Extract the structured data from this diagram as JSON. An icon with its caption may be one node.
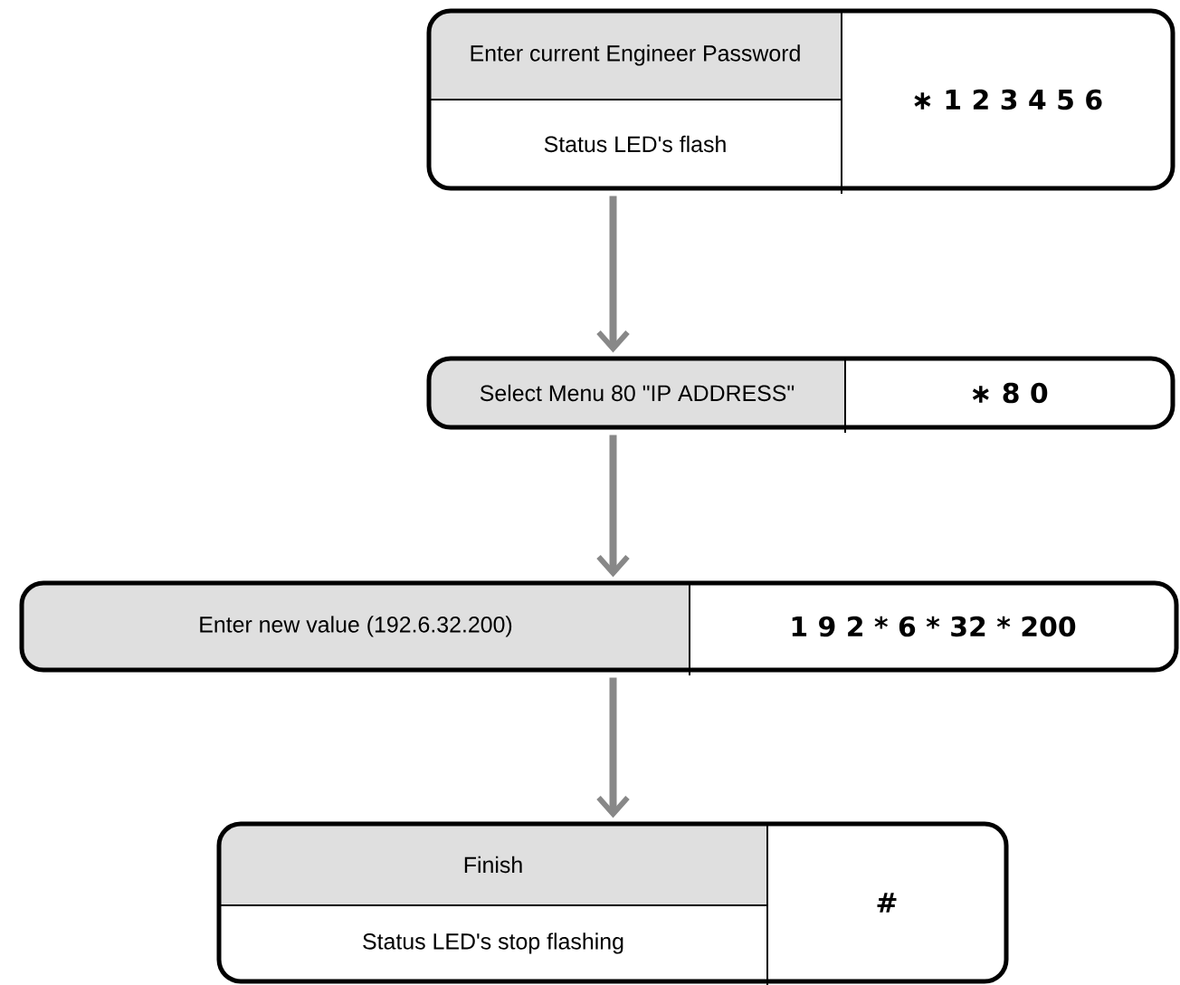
{
  "diagram": {
    "nodes": [
      {
        "text": [
          "Enter current Engineer Password",
          "Status LED's flash",
          "∗ 1 2 3 4 5 6"
        ]
      },
      {
        "text": [
          "Select Menu 80 \"IP ADDRESS\"",
          "∗ 8 0"
        ]
      },
      {
        "text": [
          "Enter  new value (192.6.32.200)",
          "1 9 2 * 6 * 32 * 200"
        ]
      },
      {
        "text": [
          "Finish",
          "Status LED's stop flashing",
          "#"
        ]
      }
    ],
    "edges": [
      {
        "from": 0,
        "to": 1,
        "arrow": "to"
      },
      {
        "from": 1,
        "to": 2,
        "arrow": "to"
      },
      {
        "from": 2,
        "to": 3,
        "arrow": "to"
      }
    ]
  }
}
